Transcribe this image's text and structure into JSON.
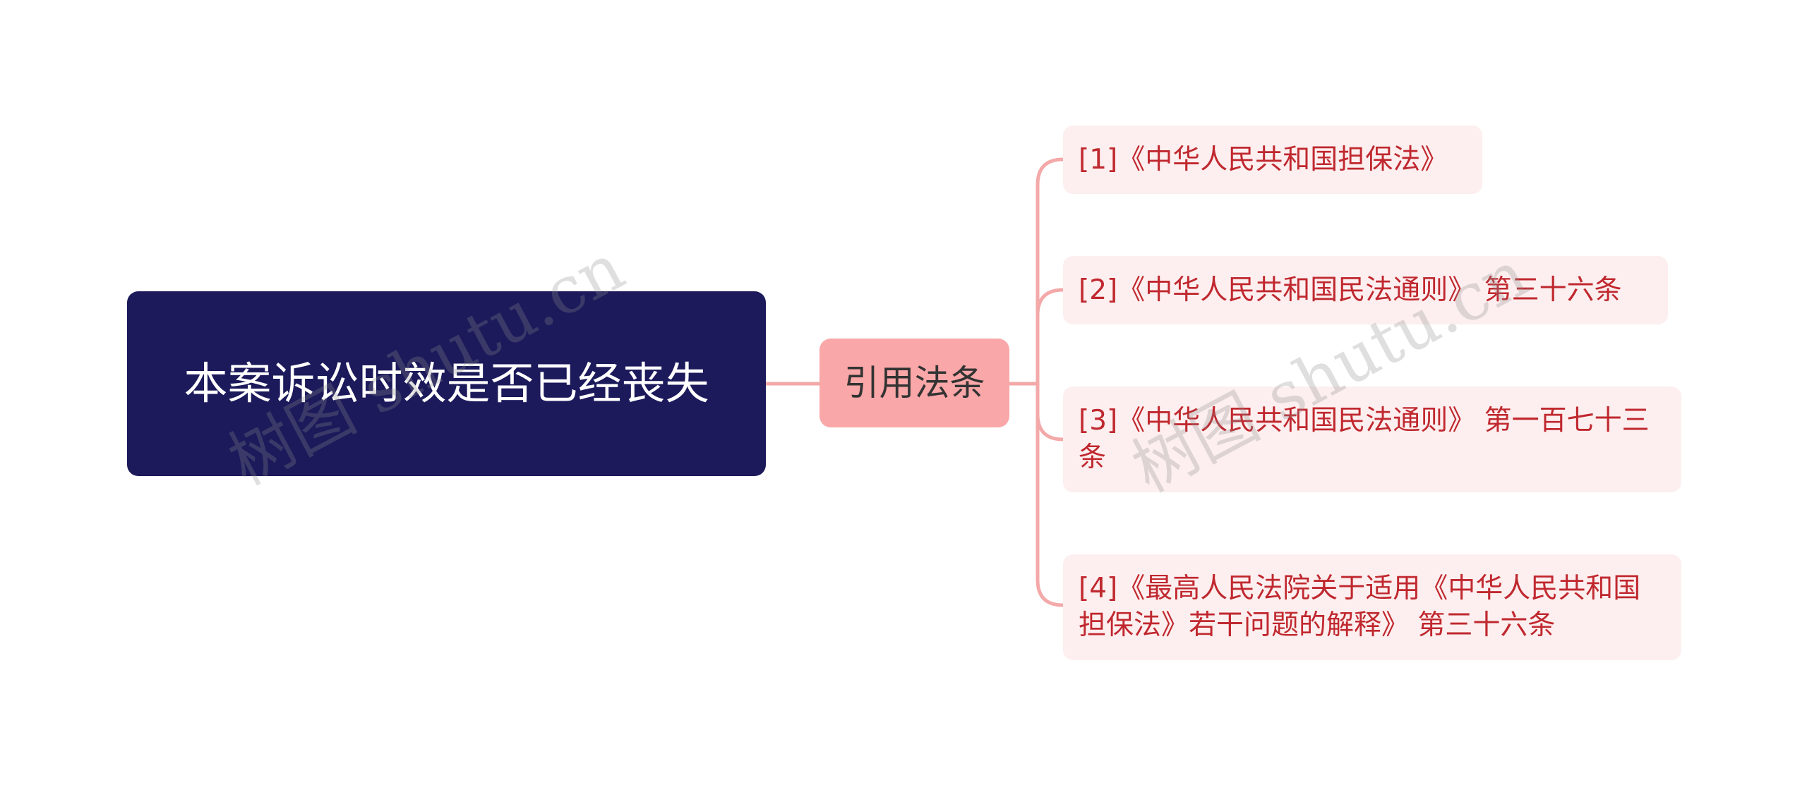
{
  "root": {
    "text": "本案诉讼时效是否已经丧失",
    "bg_color": "#1c1a5b"
  },
  "branch": {
    "text": "引用法条",
    "bg_color": "#f9a7a8"
  },
  "leaves": [
    {
      "text": "[1]《中华人民共和国担保法》"
    },
    {
      "text": "[2]《中华人民共和国民法通则》 第三十六条"
    },
    {
      "text": "[3]《中华人民共和国民法通则》 第一百七十三条"
    },
    {
      "text": "[4]《最高人民法院关于适用《中华人民共和国担保法》若干问题的解释》 第三十六条"
    }
  ],
  "colors": {
    "leaf_bg": "#fdefef",
    "leaf_text": "#c0282f",
    "connector": "#f4a9a9"
  },
  "watermark": {
    "text": "树图 shutu.cn"
  }
}
